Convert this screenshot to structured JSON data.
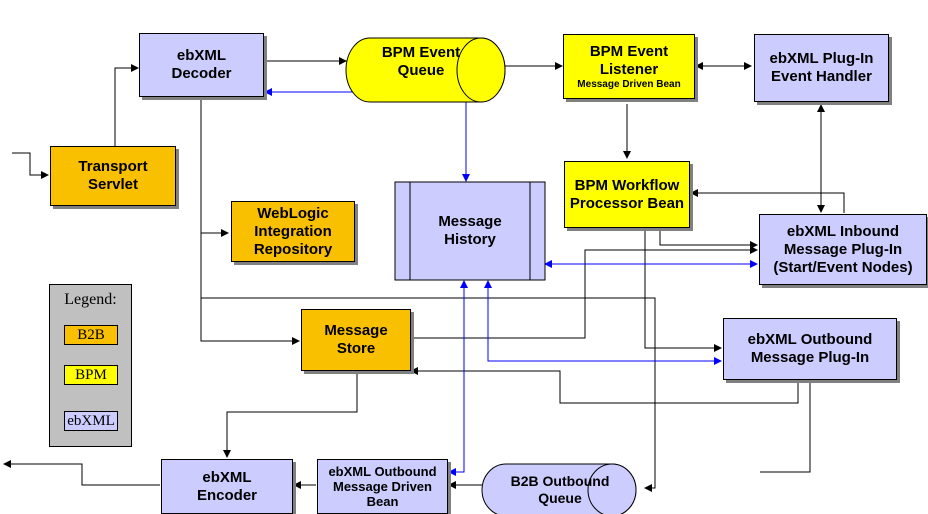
{
  "nodes": {
    "decoder": "ebXML\nDecoder",
    "event_queue": "BPM Event\nQueue",
    "event_listener": "BPM Event\nListener",
    "event_listener_sub": "Message Driven Bean",
    "plugin_event_handler": "ebXML Plug-In\nEvent Handler",
    "transport_servlet": "Transport\nServlet",
    "message_history": "Message\nHistory",
    "workflow_bean": "BPM Workflow\nProcessor Bean",
    "repository": "WebLogic\nIntegration\nRepository",
    "inbound_plugin": "ebXML Inbound\nMessage Plug-In\n(Start/Event Nodes)",
    "message_store": "Message\nStore",
    "outbound_plugin": "ebXML Outbound\nMessage Plug-In",
    "encoder": "ebXML\nEncoder",
    "outbound_mdb": "ebXML Outbound\nMessage Driven\nBean",
    "b2b_queue": "B2B Outbound\nQueue"
  },
  "legend": {
    "title": "Legend:",
    "items": [
      "B2B",
      "BPM",
      "ebXML"
    ]
  },
  "colors": {
    "b2b": "#f9c000",
    "bpm": "#ffff00",
    "ebxml": "#ccccff",
    "connector": "#000000",
    "history_connector": "#0000ff"
  }
}
